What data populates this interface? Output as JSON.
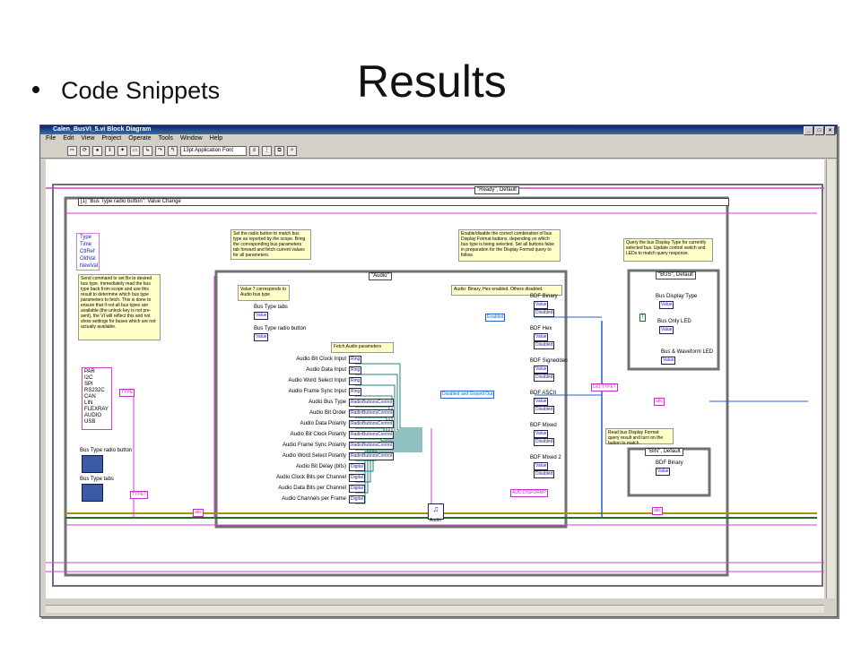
{
  "slide": {
    "title": "Results",
    "bullet": "Code Snippets"
  },
  "window": {
    "title": "Calen_BusVI_5.vi Block Diagram",
    "menu": [
      "File",
      "Edit",
      "View",
      "Project",
      "Operate",
      "Tools",
      "Window",
      "Help"
    ],
    "font_selector": "13pt Application Font"
  },
  "diagram": {
    "outer_case": "\"Ready\", Default",
    "event_case": "[1] \"Bus Type radio button\": Value Change",
    "event_items": [
      "Type",
      "Time",
      "CtlRef",
      "OldVal",
      "NewVal"
    ],
    "note_left": "Send command to set Bx to desired bus type. Immediately read the bus type back from scope and use this result to determine which bus type parameters to fetch. This is done to ensure that if not all bus types are available (the unlock key is not pre-sent), the VI will reflect this and not show settings for buses which are not actually available.",
    "note_mid": "Set the radio button to match bus type as reported by the scope. Bring the corresponding bus parameters tab forward and fetch current values for all parameters.",
    "note_right1": "Enable/disable the correct combination of bus Display Format buttons, depending on which bus type is being selected. Set all buttons false in preparation for the Display Format query to follow.",
    "note_right2": "Query the bus Display Type for currently selected bus. Update control switch and LEDs to match query response.",
    "note_right3": "Read bus Display Format query result and turn on the button to match.",
    "bus_list": [
      "PAR",
      "I2C",
      "SPI",
      "RS232C",
      "CAN",
      "LIN",
      "FLEXRAY",
      "AUDIO",
      "USB"
    ],
    "type_const": "TYPE",
    "type_query": "TYPE?",
    "radio_label": "Bus Type radio button",
    "tabs_label": "Bus Type tabs",
    "inner_case": "\"Audio\"",
    "value7_note": "Value 7 corresponds to Audio bus type",
    "value_label": "Value",
    "fetch_label": "Fetch Audio parameters",
    "params": [
      "Audio Bit Clock Input",
      "Audio Data Input",
      "Audio Word Select Input",
      "Audio Frame Sync Input",
      "Audio Bus Type",
      "Audio Bit Order",
      "Audio Data Polarity",
      "Audio Bit Clock Polarity",
      "Audio Frame Sync Polarity",
      "Audio Word Select Polarity",
      "Audio Bit Delay (bits)",
      "Audio Clock Bits per Channel",
      "Audio Data Bits per Channel",
      "Audio Channels per Frame"
    ],
    "param_types": [
      "Ring",
      "Ring",
      "Ring",
      "Ring",
      "RadioButtonsControl",
      "RadioButtonsControl",
      "RadioButtonsControl",
      "RadioButtonsControl",
      "RadioButtonsControl",
      "RadioButtonsControl",
      "Digital",
      "Digital",
      "Digital",
      "Digital"
    ],
    "audio_enabled_note": "Audio: Binary, Hex enabled. Others disabled.",
    "enabled_ring": "Enabled",
    "disabled_ring": "Disabled and Grayed Out",
    "bdf_groups": [
      "BDF Binary",
      "BDF Hex",
      "BDF Signeddec",
      "BDF ASCII",
      "BDF Mixed",
      "BDF Mixed 2"
    ],
    "disabled_label": "Disabled",
    "audio_disform": "AUD:DISFORM?",
    "dis_type": "DIS:TYPE?",
    "bus_case": "\"BUS\", Default",
    "bus_display_type": "Bus Display Type",
    "bus_only_led": "Bus Only LED",
    "bus_waveform_led": "Bus & Waveform LED",
    "bin_case": "\"BIN\", Default",
    "bdf_binary": "BDF Binary",
    "audio_icon": "Audio",
    "abc_label": "abc",
    "true_const": "T"
  },
  "colors": {
    "wire_pink": "#d040d0",
    "wire_blue": "#2060d0",
    "wire_teal": "#208080",
    "wire_gold": "#b09000",
    "wire_green": "#207020",
    "frame": "#707070"
  }
}
